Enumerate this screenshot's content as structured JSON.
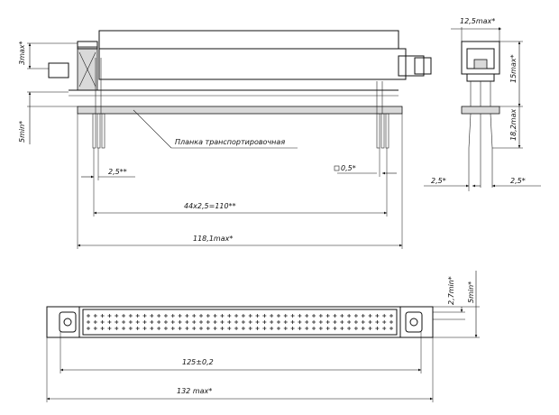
{
  "labels": {
    "plank": "Планка транспортировочная",
    "dim_3max": "3max*",
    "dim_5min_left": "5min*",
    "dim_2_5_pitch": "2,5**",
    "dim_0_5": "0,5*",
    "dim_44x2_5": "44x2,5=110**",
    "dim_118_1": "118,1max*",
    "dim_12_5": "12,5max*",
    "dim_15max": "15max*",
    "dim_18_2": "18,2max",
    "dim_2_5_left": "2,5*",
    "dim_2_5_right": "2,5*",
    "dim_2_7min": "2,7min*",
    "dim_5min_right": "5min*",
    "dim_125": "125±0,2",
    "dim_132": "132 max*"
  },
  "pin_grid": {
    "columns": 44,
    "rows": 3
  }
}
